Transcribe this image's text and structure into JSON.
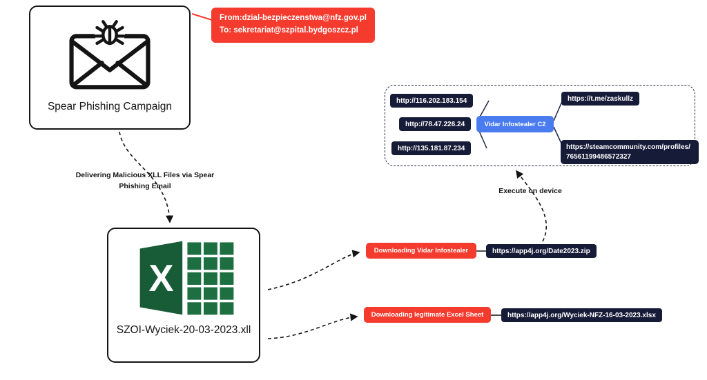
{
  "colors": {
    "accent_red": "#f43b2e",
    "pill_navy": "#161b38",
    "c2_blue": "#4a7cf0",
    "ink": "#141414",
    "excel_dark_green": "#185c37",
    "excel_green": "#1d6f42"
  },
  "spear": {
    "label": "Spear Phishing Campaign"
  },
  "callout": {
    "from": "From:dzial-bezpieczenstwa@nfz.gov.pl",
    "to": "To: sekretariat@szpital.bydgoszcz.pl"
  },
  "delivery": {
    "label": "Delivering Malicious XLL Files via Spear Phishing Email"
  },
  "xll": {
    "label": "SZOI-Wyciek-20-03-2023.xll",
    "icon_letter": "X"
  },
  "downloads": {
    "vidar": {
      "label": "Downloading Vidar Infostealer",
      "url": "https://app4j.org/Date2023.zip"
    },
    "excel": {
      "label": "Downloading legitimate Excel Sheet",
      "url": "https://app4j.org/Wyciek-NFZ-16-03-2023.xlsx"
    }
  },
  "execute": {
    "label": "Execute on device"
  },
  "c2": {
    "center_label": "Vidar Infostealer C2",
    "ips": [
      "http://116.202.183.154",
      "http://78.47.226.24",
      "http://135.181.87.234"
    ],
    "exfil_channels": [
      "https://t.me/zaskullz",
      "https://steamcommunity.com/profiles/76561199486572327"
    ]
  }
}
